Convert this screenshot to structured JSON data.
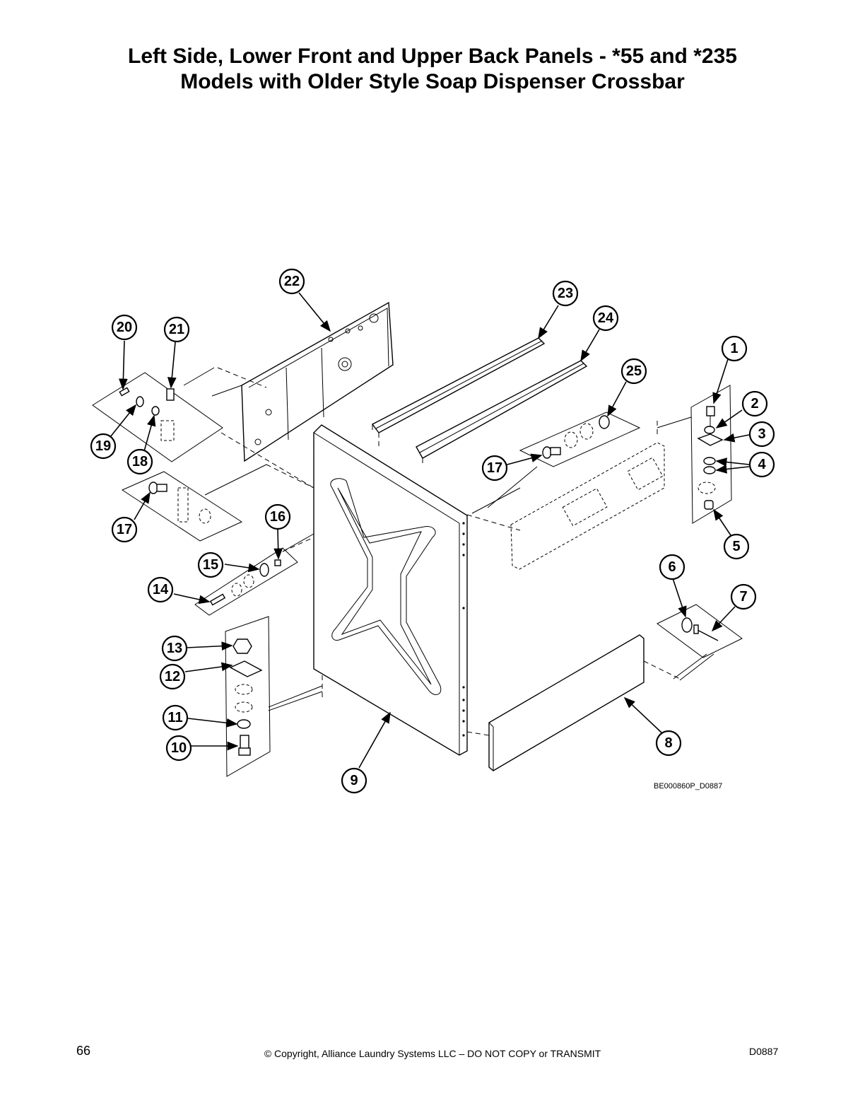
{
  "title": {
    "line1": "Left Side, Lower Front and Upper Back Panels - *55 and *235",
    "line2": "Models with Older Style Soap Dispenser Crossbar"
  },
  "callouts": [
    "1",
    "2",
    "3",
    "4",
    "5",
    "6",
    "7",
    "8",
    "9",
    "10",
    "11",
    "12",
    "13",
    "14",
    "15",
    "16",
    "17",
    "17",
    "18",
    "19",
    "20",
    "21",
    "22",
    "23",
    "24",
    "25"
  ],
  "drawing_code": "BE000860P_D0887",
  "footer": {
    "page_number": "66",
    "copyright": "© Copyright, Alliance Laundry Systems LLC – DO NOT COPY or TRANSMIT",
    "doc_id": "D0887"
  }
}
